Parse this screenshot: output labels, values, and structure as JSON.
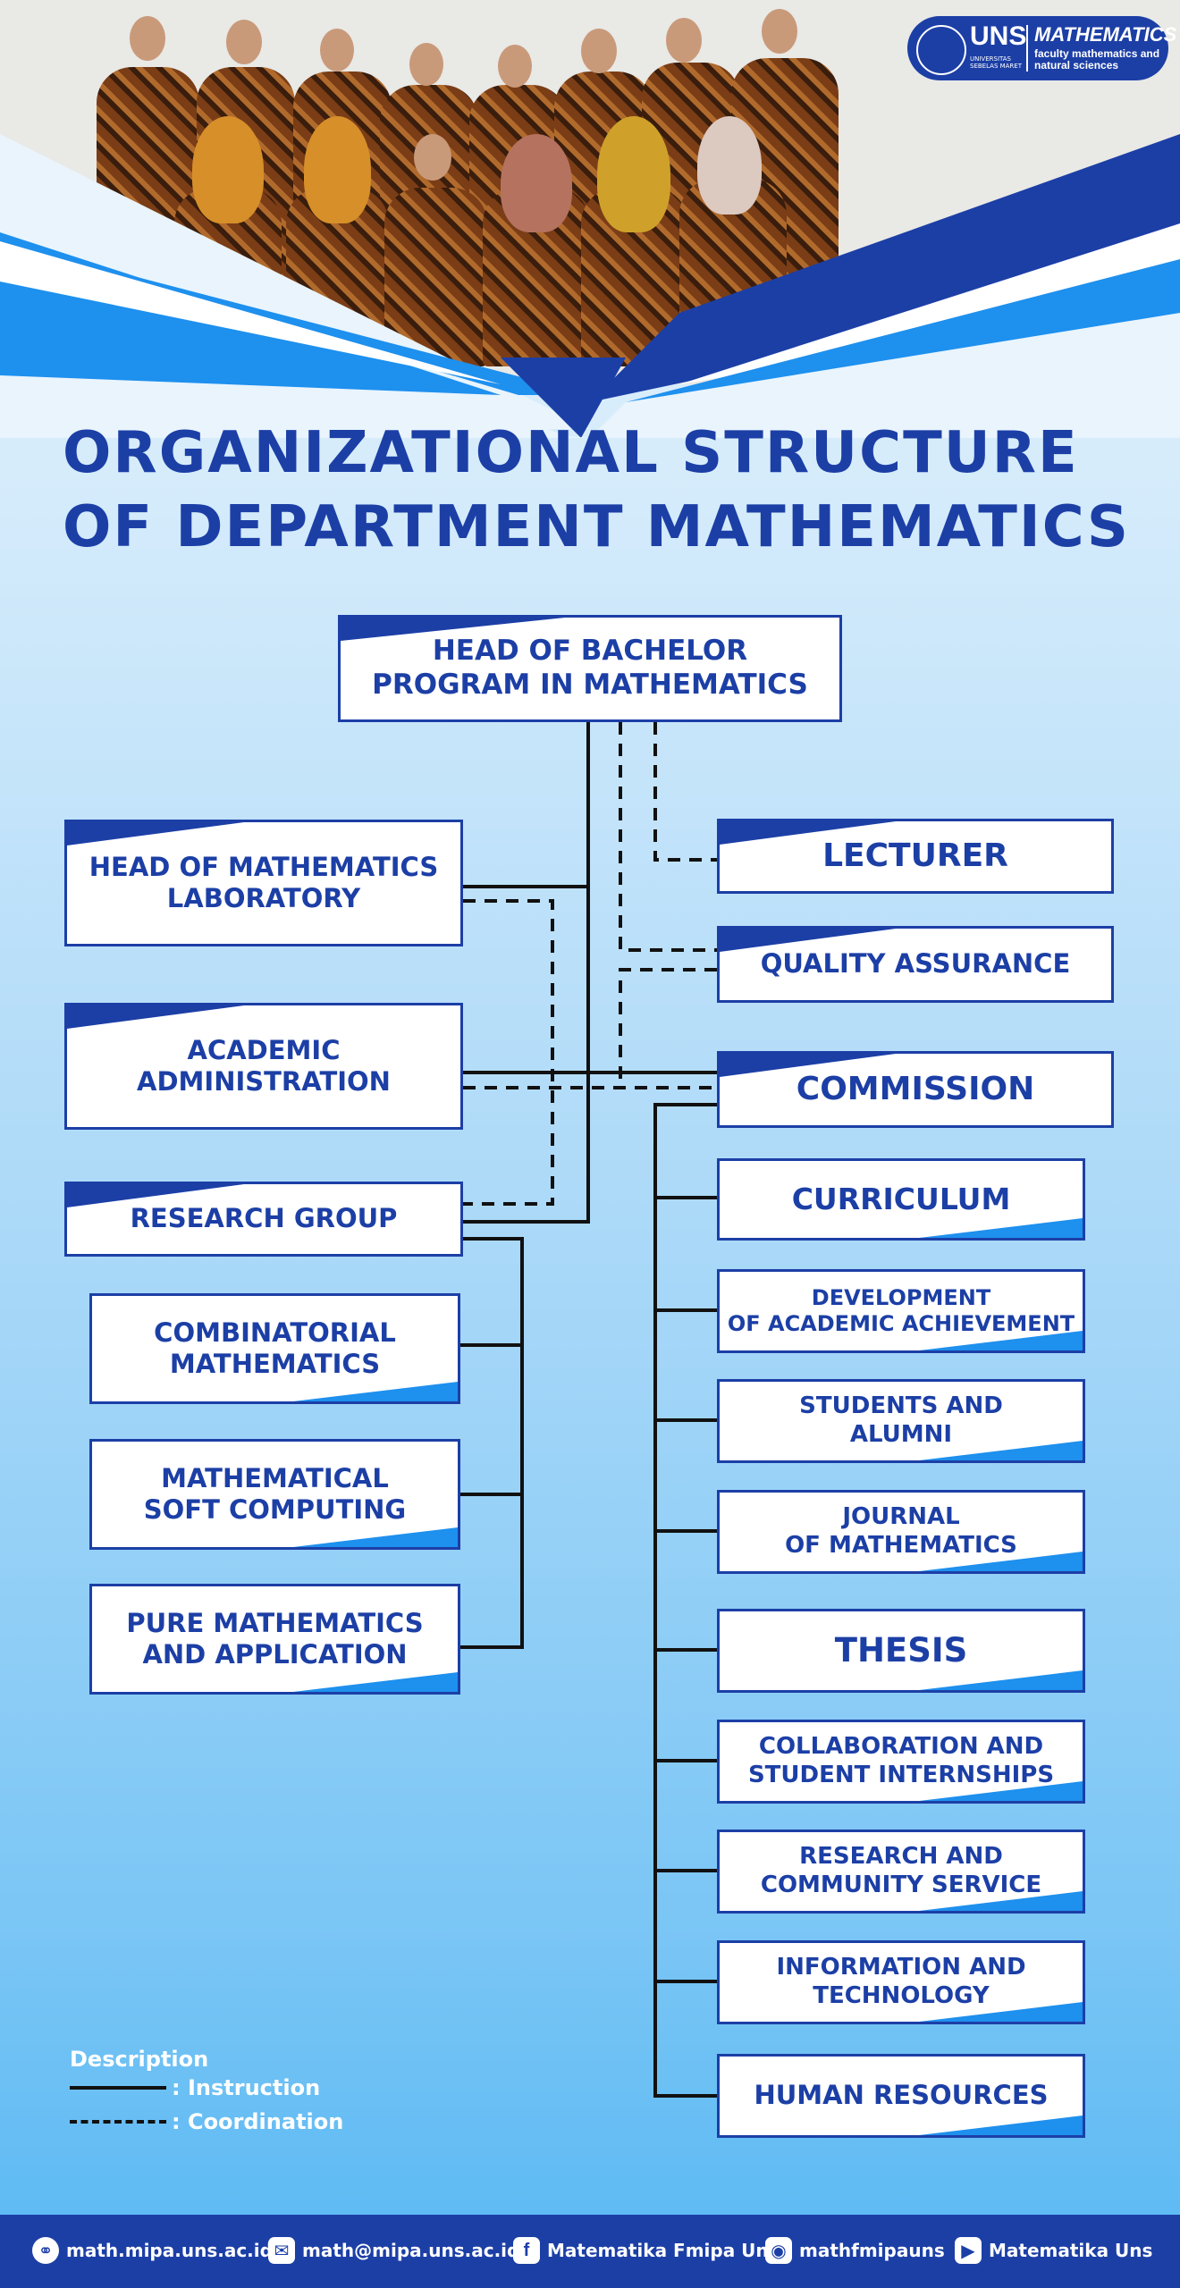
{
  "logo": {
    "brand": "UNS",
    "university": "UNIVERSITAS SEBELAS MARET",
    "department": "MATHEMATICS",
    "faculty_line1": "faculty mathematics and",
    "faculty_line2": "natural sciences"
  },
  "title": {
    "line1": "ORGANIZATIONAL STRUCTURE",
    "line2": "OF DEPARTMENT MATHEMATICS"
  },
  "chart": {
    "head": [
      "HEAD OF BACHELOR",
      "PROGRAM IN MATHEMATICS"
    ],
    "left_units": [
      [
        "HEAD OF MATHEMATICS",
        "LABORATORY"
      ],
      [
        "ACADEMIC",
        "ADMINISTRATION"
      ],
      [
        "RESEARCH GROUP"
      ]
    ],
    "research_groups": [
      [
        "COMBINATORIAL",
        "MATHEMATICS"
      ],
      [
        "MATHEMATICAL",
        "SOFT COMPUTING"
      ],
      [
        "PURE MATHEMATICS",
        "AND APPLICATION"
      ]
    ],
    "right_units": [
      [
        "LECTURER"
      ],
      [
        "QUALITY ASSURANCE"
      ],
      [
        "COMMISSION"
      ]
    ],
    "commissions": [
      [
        "CURRICULUM"
      ],
      [
        "DEVELOPMENT",
        "OF ACADEMIC ACHIEVEMENT"
      ],
      [
        "STUDENTS AND",
        "ALUMNI"
      ],
      [
        "JOURNAL",
        "OF MATHEMATICS"
      ],
      [
        "THESIS"
      ],
      [
        "COLLABORATION AND",
        "STUDENT INTERNSHIPS"
      ],
      [
        "RESEARCH AND",
        "COMMUNITY SERVICE"
      ],
      [
        "INFORMATION AND",
        "TECHNOLOGY"
      ],
      [
        "HUMAN RESOURCES"
      ]
    ]
  },
  "legend": {
    "title": "Description",
    "instruction": ": Instruction",
    "coordination": ": Coordination"
  },
  "footer": {
    "website": "math.mipa.uns.ac.id",
    "email": "math@mipa.uns.ac.id",
    "facebook": "Matematika Fmipa Uns",
    "instagram": "mathfmipauns",
    "youtube": "Matematika  Uns"
  },
  "colors": {
    "navy": "#1c3fa6",
    "accent": "#1e90ee",
    "white": "#ffffff"
  }
}
